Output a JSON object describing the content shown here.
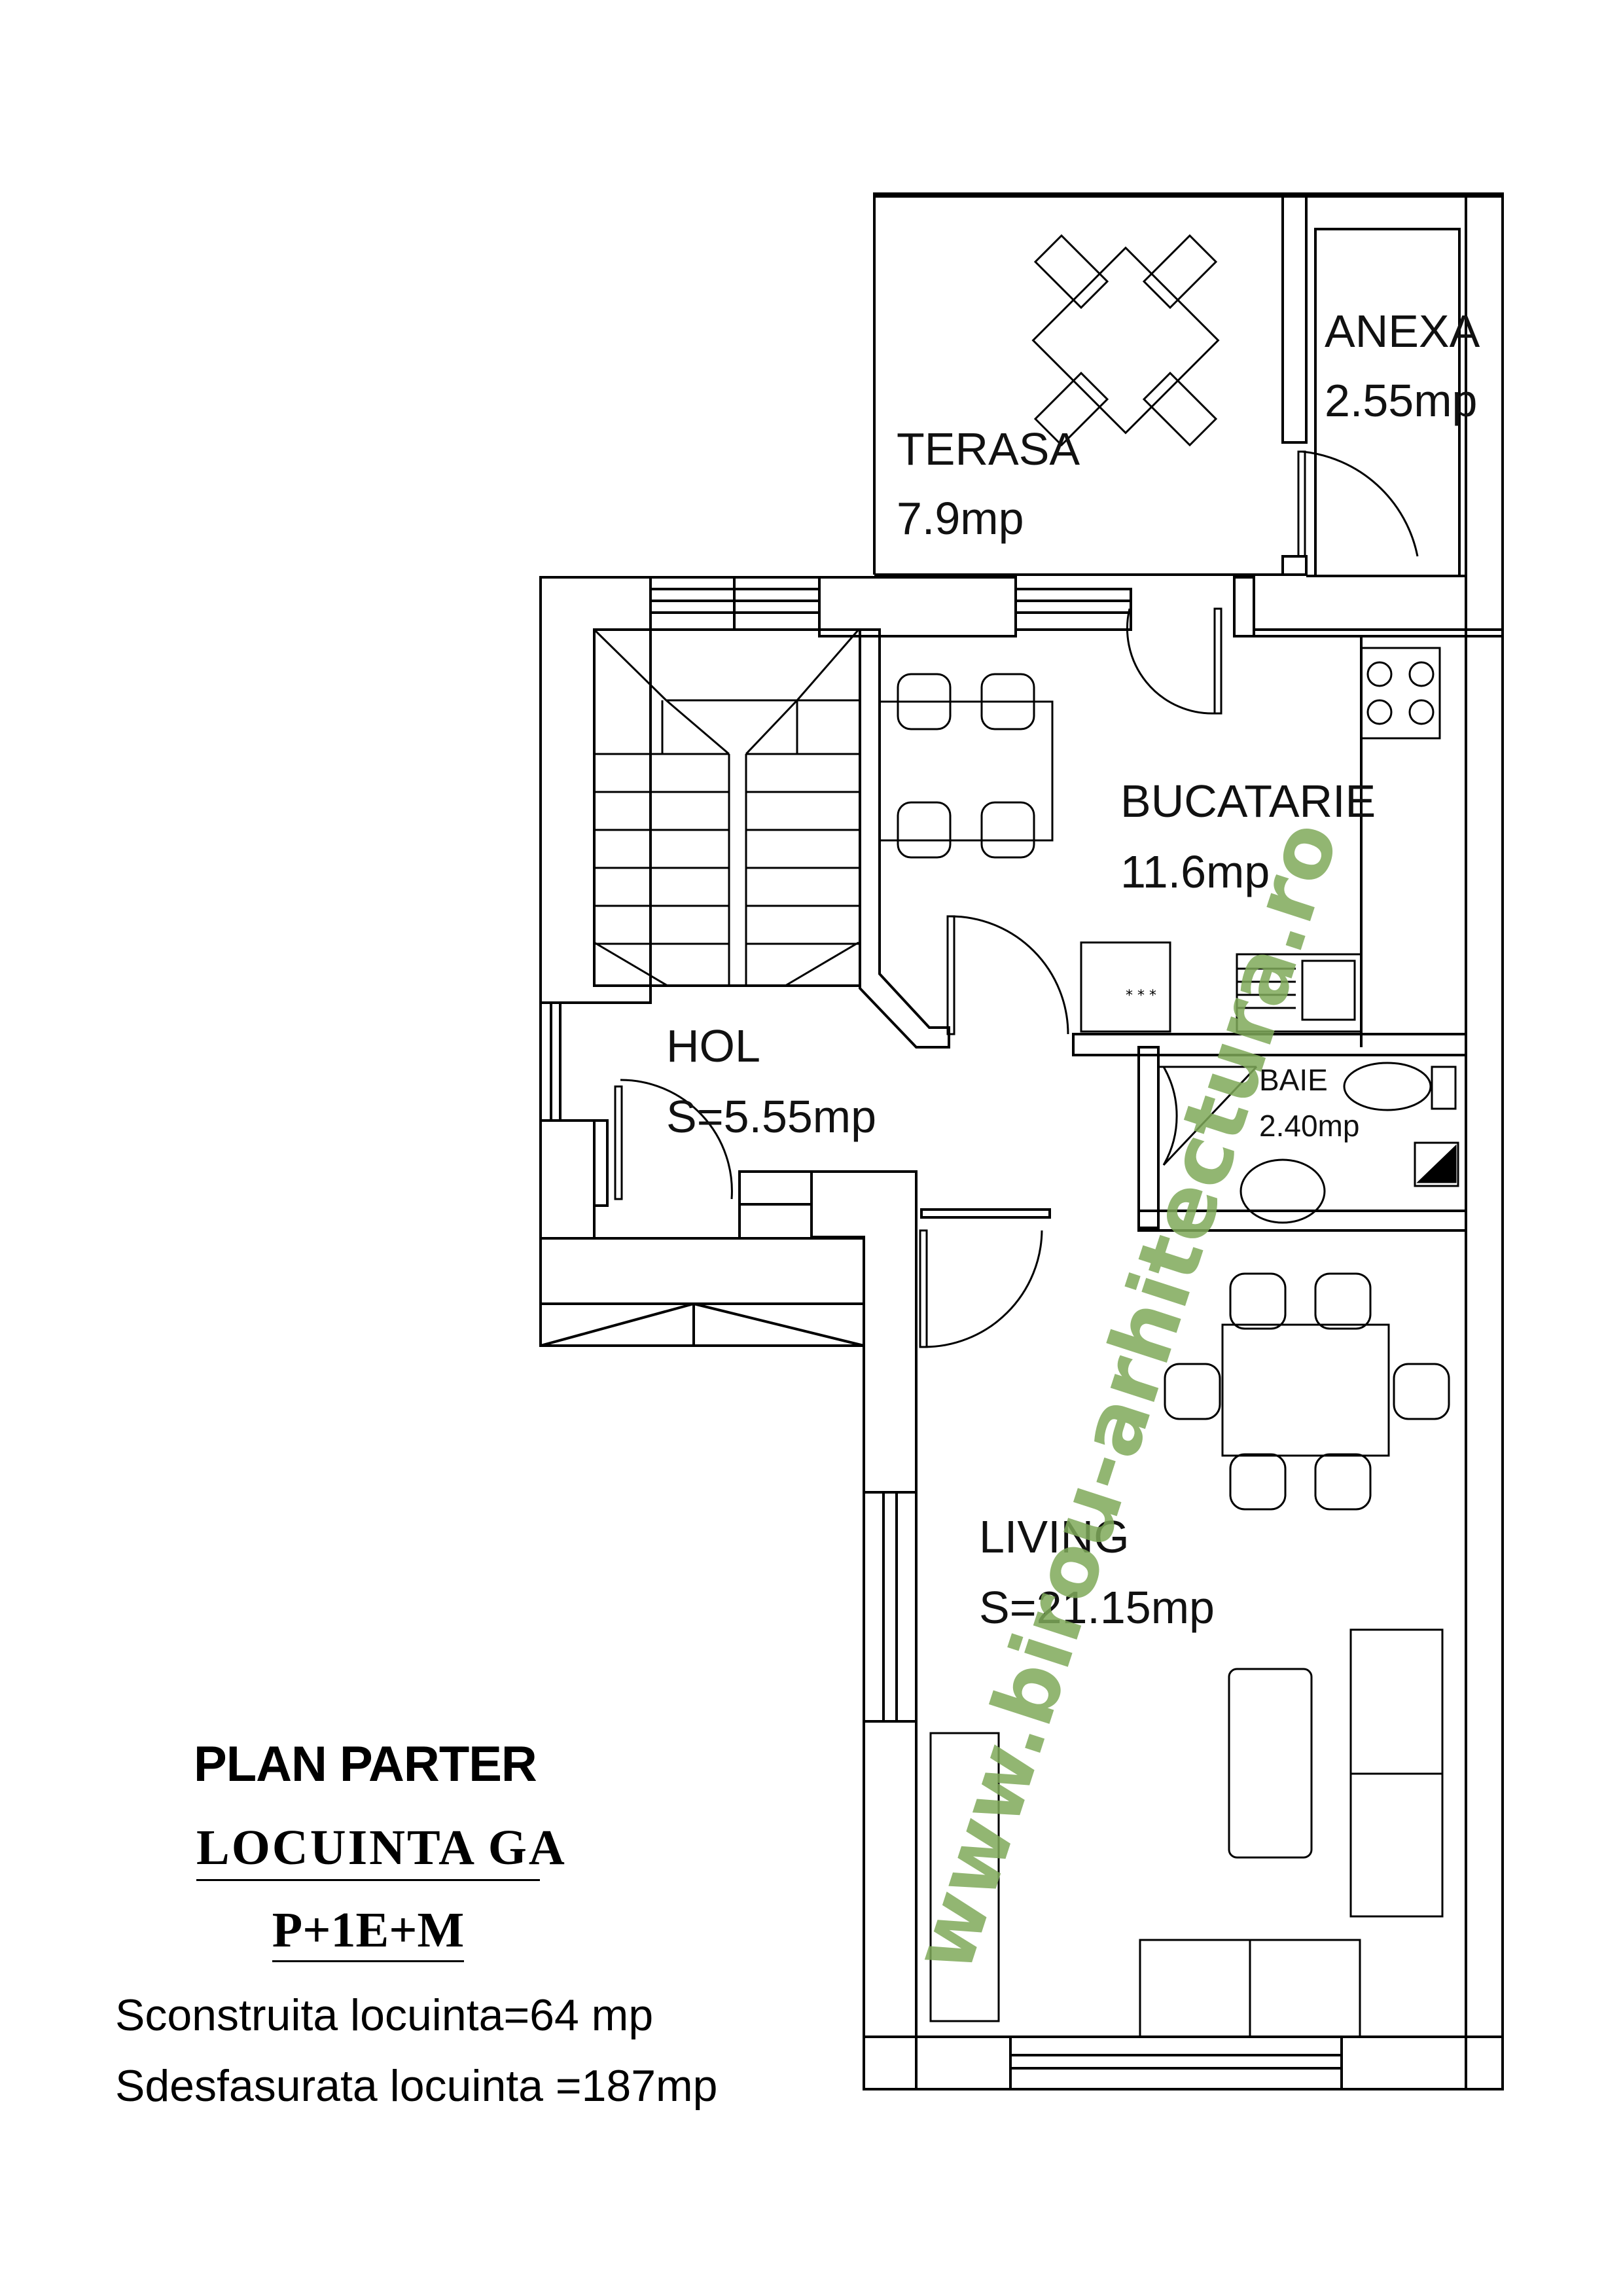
{
  "rooms": {
    "terrace": {
      "name": "TERASA",
      "area": "7.9mp"
    },
    "annex": {
      "name": "ANEXA",
      "area": "2.55mp"
    },
    "kitchen": {
      "name": "BUCATARIE",
      "area": "11.6mp"
    },
    "hall": {
      "name": "HOL",
      "area": "S=5.55mp"
    },
    "bath": {
      "name": "BAIE",
      "area": "2.40mp"
    },
    "living": {
      "name": "LIVING",
      "area": "S=21.15mp"
    }
  },
  "caption": {
    "title": "PLAN PARTER",
    "project": "LOCUINTA  GA",
    "levels": "P+1E+M",
    "built_area": "Sconstruita locuinta=64 mp",
    "developed_area": "Sdesfasurata locuinta =187mp"
  },
  "watermark": {
    "text": "www.birou-arhitectura.ro",
    "color": "#7faa5a"
  },
  "colors": {
    "line": "#000000",
    "fixture": "#333333"
  }
}
